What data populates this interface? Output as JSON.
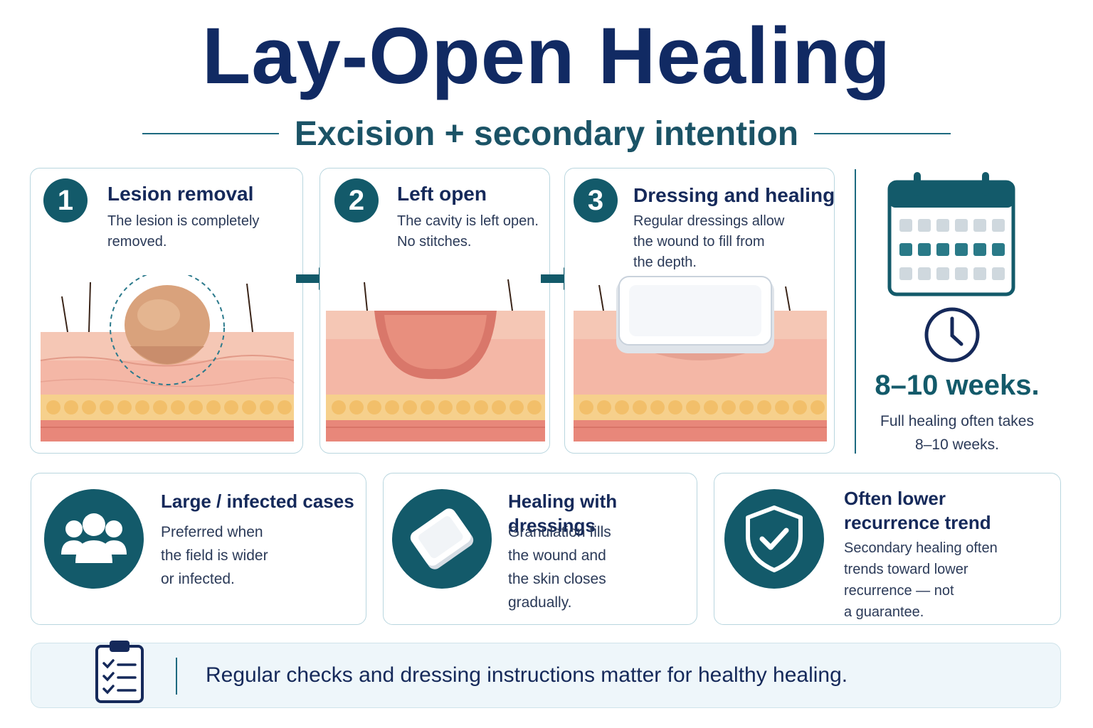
{
  "header": {
    "title": "Lay-Open Healing",
    "subtitle": "Excision + secondary intention"
  },
  "steps": [
    {
      "number": "1",
      "title": "Lesion removal",
      "desc_lines": [
        "The lesion is completely",
        "removed."
      ]
    },
    {
      "number": "2",
      "title": "Left open",
      "desc_lines": [
        "The cavity is left open.",
        "No stitches."
      ]
    },
    {
      "number": "3",
      "title": "Dressing and healing",
      "desc_lines": [
        "Regular dressings allow",
        "the wound to fill from",
        "the depth."
      ]
    }
  ],
  "duration": {
    "headline": "8–10 weeks.",
    "desc_lines": [
      "Full healing often takes",
      "8–10 weeks."
    ]
  },
  "info_cards": [
    {
      "title_lines": [
        "Large / infected cases"
      ],
      "desc_lines": [
        "Preferred when",
        "the field is wider",
        "or infected."
      ],
      "icon": "people-icon"
    },
    {
      "title_lines": [
        "Healing with dressings"
      ],
      "desc_lines": [
        "Granulation fills",
        "the wound and",
        "the skin closes",
        "gradually."
      ],
      "icon": "dressing-icon"
    },
    {
      "title_lines": [
        "Often lower",
        "recurrence trend"
      ],
      "desc_lines": [
        "Secondary healing often",
        "trends toward lower",
        "recurrence — not",
        "a guarantee."
      ],
      "icon": "shield-check-icon"
    }
  ],
  "footer": {
    "text": "Regular checks and dressing instructions matter for healthy healing.",
    "icon": "clipboard-checklist-icon"
  },
  "colors": {
    "navy": "#112a63",
    "teal": "#135a6a",
    "skin": "#f2c3b2",
    "fat": "#f5cf7f"
  }
}
